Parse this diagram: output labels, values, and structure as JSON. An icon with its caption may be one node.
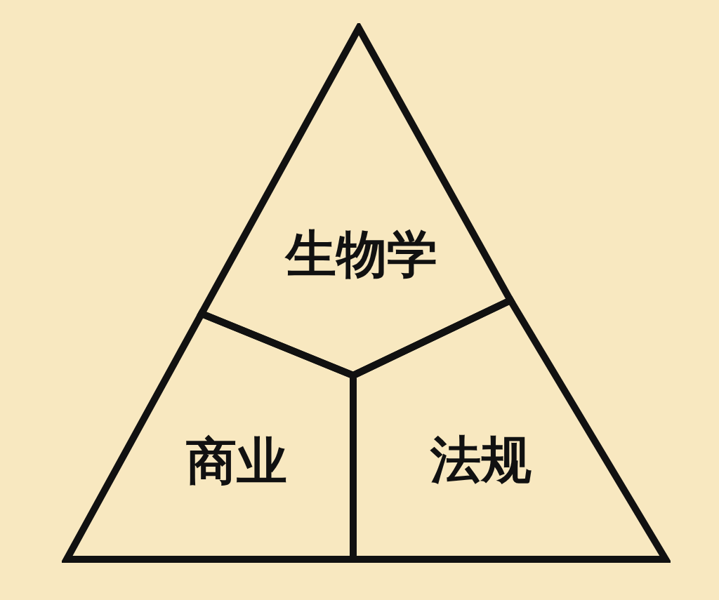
{
  "diagram": {
    "nodes": [
      {
        "text": [
          "生物学"
        ]
      },
      {
        "text": [
          "商业"
        ]
      },
      {
        "text": [
          "法规"
        ]
      }
    ]
  }
}
